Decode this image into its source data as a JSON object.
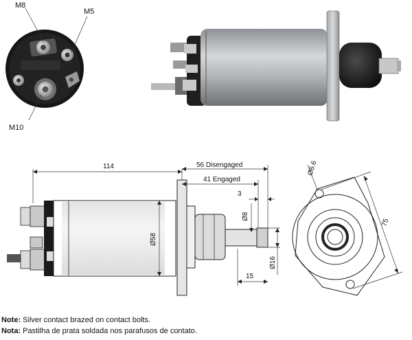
{
  "photo_labels": {
    "m8": "M8",
    "m5": "M5",
    "m10": "M10"
  },
  "dimensions": {
    "length_114": "114",
    "disengaged": "56 Disengaged",
    "engaged": "41 Engaged",
    "dim_3": "3",
    "dim_8": "Ø8",
    "dim_58": "Ø58",
    "dim_16": "Ø16",
    "dim_15": "15",
    "dim_6_6": "Ø6.6",
    "dim_75": "75"
  },
  "notes": {
    "line1_label": "Note:",
    "line1_text": "Silver contact brazed on contact bolts.",
    "line2_label": "Nota:",
    "line2_text": "Pastilha de prata soldada nos parafusos de contato."
  },
  "colors": {
    "body_gray": "#b9bcbf",
    "dark_cap": "#1d1d1d",
    "line": "#222222"
  }
}
